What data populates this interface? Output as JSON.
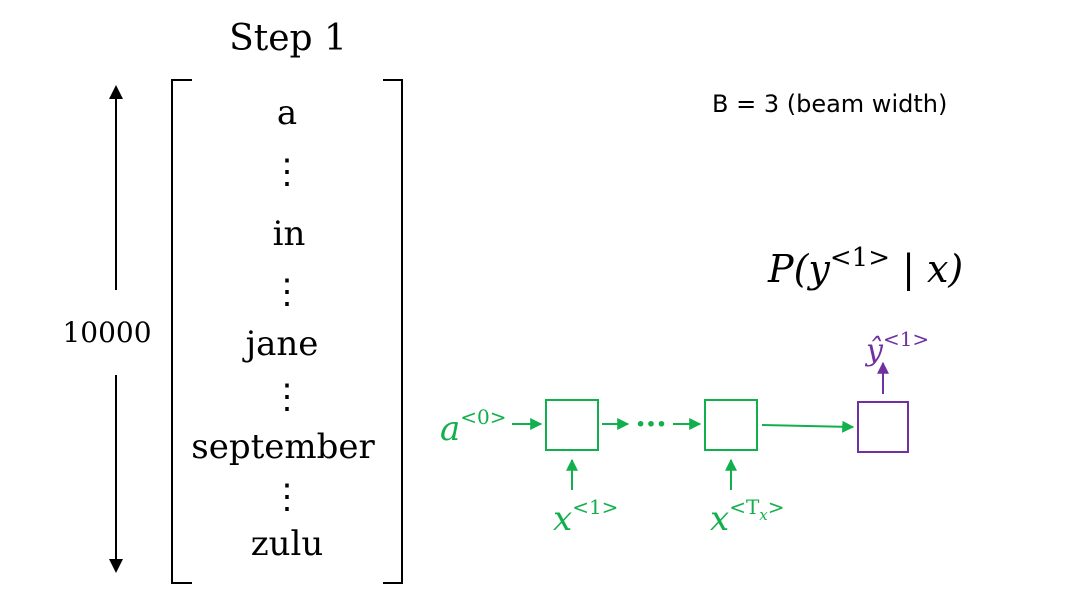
{
  "title": "Step 1",
  "vocab_size": "10000",
  "beam_note": "B = 3 (beam width)",
  "vocab": {
    "words": [
      "a",
      "in",
      "jane",
      "september",
      "zulu"
    ],
    "ellipsis": "⋮"
  },
  "probability": {
    "prefix": "P(y",
    "sup": "<1>",
    "suffix": " | x)"
  },
  "rnn": {
    "a0": {
      "base": "a",
      "sup": "<0>"
    },
    "dots": "···",
    "x1": {
      "base": "x",
      "sup": "<1>"
    },
    "xT": {
      "base": "x",
      "sup": "<T",
      "sub": "x",
      "close": ">"
    },
    "yhat": {
      "base": "ŷ",
      "sup": "<1>"
    }
  },
  "colors": {
    "green": "#12b04c",
    "purple": "#7030a0",
    "black": "#000000"
  }
}
